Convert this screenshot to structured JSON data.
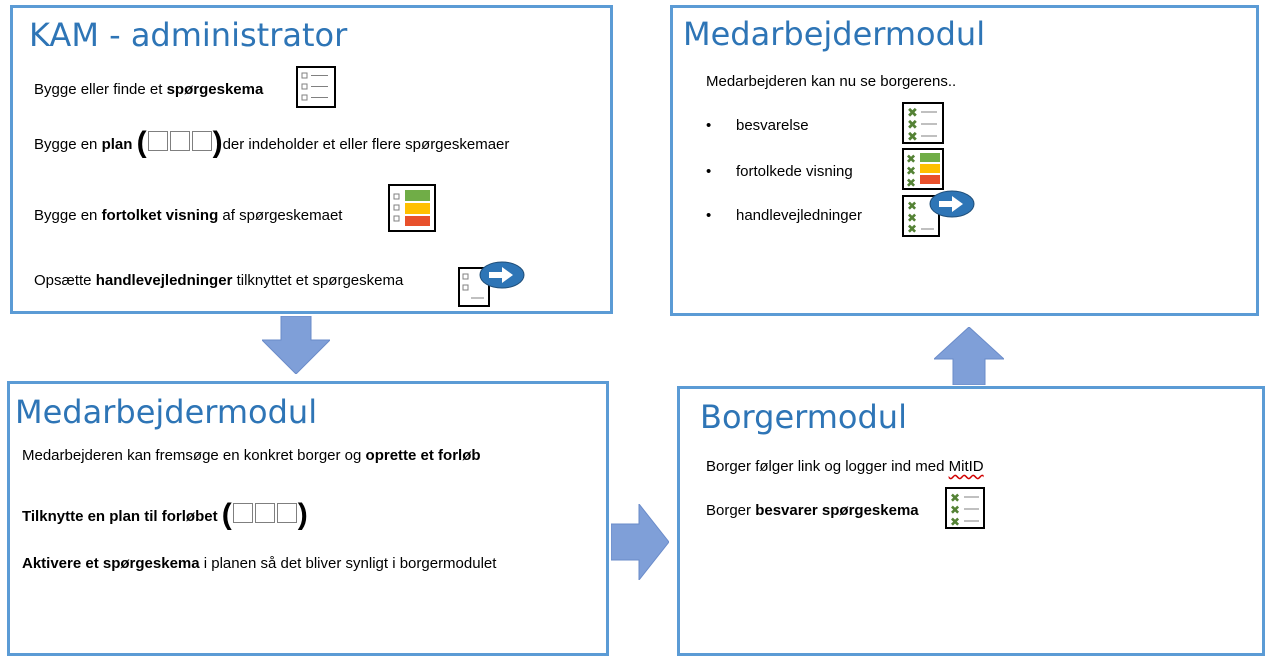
{
  "kam": {
    "title": "KAM - administrator",
    "l1_pre": "Bygge eller finde et ",
    "l1_bold": "spørgeskema",
    "l2_pre": "Bygge en ",
    "l2_bold": "plan",
    "l2_post": "der indeholder et eller flere spørgeskemaer",
    "l3_pre": "Bygge en ",
    "l3_bold": "fortolket visning",
    "l3_post": " af spørgeskemaet",
    "l4_pre": "Opsætte ",
    "l4_bold": "handlevejledninger",
    "l4_post": " tilknyttet et spørgeskema"
  },
  "med_bottom": {
    "title": "Medarbejdermodul",
    "l1_pre": "Medarbejderen kan fremsøge en konkret borger og ",
    "l1_bold": "oprette et forløb",
    "l2_bold": "Tilknytte en plan til forløbet",
    "l3_bold": "Aktivere et spørgeskema",
    "l3_post": " i planen så det bliver synligt i borgermodulet"
  },
  "med_top": {
    "title": "Medarbejdermodul",
    "intro": "Medarbejderen kan nu se borgerens..",
    "items": [
      "besvarelse",
      "fortolkede visning",
      "handlevejledninger"
    ]
  },
  "borger": {
    "title": "Borgermodul",
    "l1_pre": "Borger følger link og logger ind med ",
    "l1_link": "MitID",
    "l2_pre": "Borger ",
    "l2_bold": "besvarer spørgeskema"
  },
  "colors": {
    "border": "#5b9bd5",
    "title": "#2e75b6",
    "arrow": "#7f9fd8",
    "green": "#70ad47",
    "yellow": "#ffc000",
    "red": "#e8502b",
    "check": "#548235"
  },
  "icons": [
    "form-icon",
    "plan-icon",
    "interpreted-view-icon",
    "guidance-icon",
    "answered-form-icon",
    "arrow-down-icon",
    "arrow-right-icon",
    "arrow-up-icon"
  ]
}
